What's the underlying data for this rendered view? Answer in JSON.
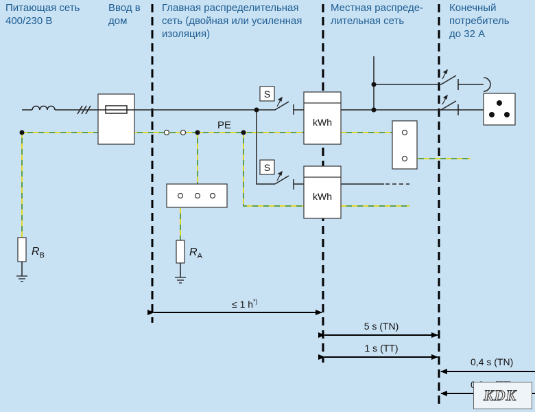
{
  "headers": [
    {
      "line1": "Питающая сеть",
      "line2": "400/230 В",
      "line3": ""
    },
    {
      "line1": "Ввод в",
      "line2": "дом",
      "line3": ""
    },
    {
      "line1": "Главная распределительная",
      "line2": "сеть (двойная или усиленная",
      "line3": "изоляция)"
    },
    {
      "line1": "Местная распреде-",
      "line2": "лительная сеть",
      "line3": ""
    },
    {
      "line1": "Конечный",
      "line2": "потребитель",
      "line3": "до 32 А"
    }
  ],
  "labels": {
    "pe": "PE",
    "rb_main": "R",
    "rb_sub": "B",
    "ra_main": "R",
    "ra_sub": "A",
    "switch": "S",
    "meter": "kWh"
  },
  "timings": {
    "main_network": "≤ 1 h",
    "main_network_mark": "*)",
    "local_tn": "5 s (TN)",
    "local_tt": "1 s (TT)",
    "final_tn": "0,4 s (TN)",
    "final_tt": "0,2 s (TT)"
  },
  "watermark": "KDK",
  "colors": {
    "background": "#c8e1f3",
    "header_text": "#1f5e93",
    "phase_line": "#222222",
    "pe_line_green": "#5f9e4a",
    "pe_line_yellow": "#e2d72c"
  }
}
